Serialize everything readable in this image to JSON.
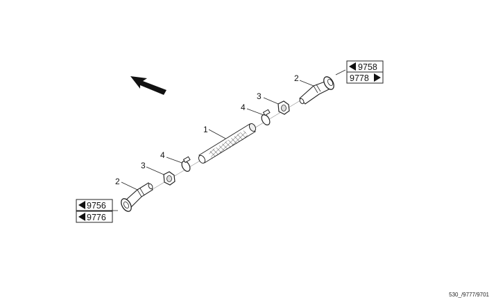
{
  "callouts": {
    "hose": "1",
    "fitting_top": "2",
    "nut_top": "3",
    "clamp_top": "4",
    "clamp_bottom": "4",
    "nut_bottom": "3",
    "fitting_bottom": "2"
  },
  "references": {
    "top_prev": "9758",
    "top_next": "9778",
    "bottom_prev": "9756",
    "bottom_next": "9776"
  },
  "drawing_code": "530_/9777/9701"
}
